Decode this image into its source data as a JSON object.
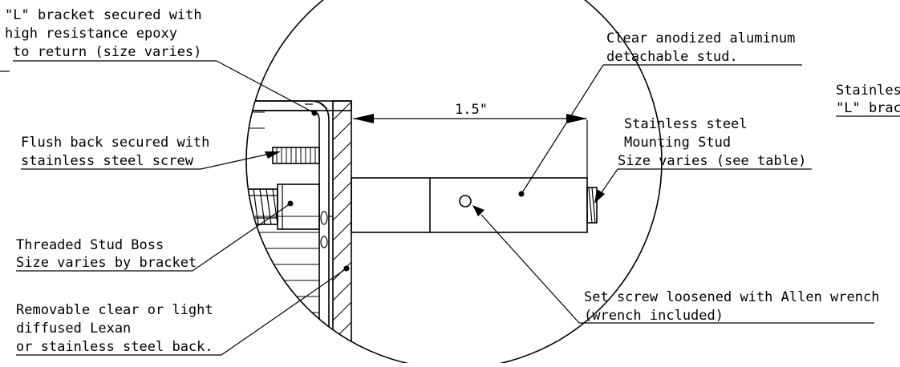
{
  "callouts": {
    "l_bracket": [
      "\"L\" bracket secured with",
      "high resistance epoxy",
      "to return (size varies)"
    ],
    "flush_back": [
      "Flush back secured with",
      "stainless steel screw"
    ],
    "threaded_boss": [
      "Threaded Stud Boss",
      "Size varies by bracket"
    ],
    "removable_back": [
      "Removable clear or light",
      "diffused Lexan",
      "or stainless steel back."
    ],
    "clear_stud": [
      "Clear anodized aluminum",
      "detachable stud."
    ],
    "mounting_stud": [
      "Stainless steel",
      "Mounting Stud",
      "Size varies (see table)"
    ],
    "set_screw": [
      "Set screw loosened with Allen wrench",
      "(wrench included)"
    ],
    "cut_off": [
      "Stainless",
      "\"L\" bracl"
    ]
  },
  "dimension": {
    "label": "1.5\""
  },
  "colors": {
    "line": "#000000",
    "background": "#ffffff"
  }
}
